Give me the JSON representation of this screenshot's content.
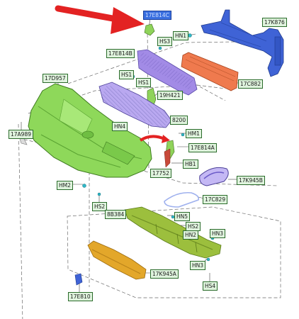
{
  "diagram": {
    "labels": {
      "17E814C": "17E814C",
      "HN1": "HN1",
      "17K876": "17K876",
      "HS3": "HS3",
      "17E814B": "17E814B",
      "17D957": "17D957",
      "HS1a": "HS1",
      "HS1b": "HS1",
      "17C882": "17C882",
      "19H421": "19H421",
      "8200": "8200",
      "17A989": "17A989",
      "HN4": "HN4",
      "HM1": "HM1",
      "17E814A": "17E814A",
      "HB1": "HB1",
      "17752": "17752",
      "HM2": "HM2",
      "17K945B": "17K945B",
      "17C829": "17C829",
      "HS2a": "HS2",
      "8B384": "8B384",
      "HN5": "HN5",
      "HS2b": "HS2",
      "HN2": "HN2",
      "HN3a": "HN3",
      "HN3b": "HN3",
      "17K945A": "17K945A",
      "HS4": "HS4",
      "17E810": "17E810"
    },
    "colors": {
      "bumper": "#8ed85a",
      "grille": "#a28be6",
      "reinforcement": "#3f63d6",
      "absorber": "#ef7a4e",
      "lower_grille": "#9fb1ee",
      "lower_absorber": "#9cbf3d",
      "spoiler": "#e3a72a",
      "arrow": "#e32222",
      "leader": "#444444",
      "label_bg": "#dff3dd",
      "label_border": "#2a6b2a",
      "highlight_label": "#3a6fe0"
    }
  }
}
